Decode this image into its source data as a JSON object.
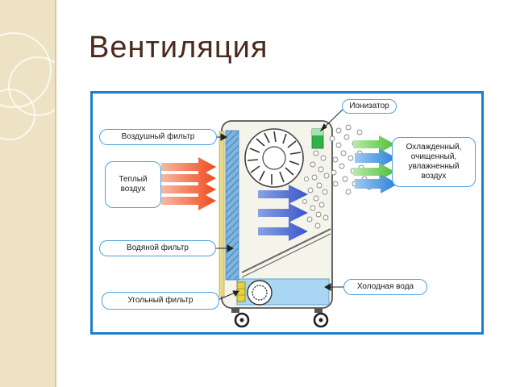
{
  "slide": {
    "title": "Вентиляция"
  },
  "diagram": {
    "labels": {
      "ionizer": "Ионизатор",
      "air_filter": "Воздушный фильтр",
      "warm_air": "Теплый\nвоздух",
      "cooled_air": "Охлажденный,\nочищенный,\nувлажненный\nвоздух",
      "water_filter": "Водяной фильтр",
      "cold_water": "Холодная вода",
      "carbon_filter": "Угольный фильтр"
    }
  },
  "colors": {
    "frame": "#1e7fc8",
    "warm_arrow": "#ef4a1c",
    "flow_arrow": "#3a56c8",
    "out_arrow_green": "#4fbf3a",
    "out_arrow_blue": "#2a7fd8",
    "water": "#a9d6f2",
    "title": "#4a2a1a"
  }
}
